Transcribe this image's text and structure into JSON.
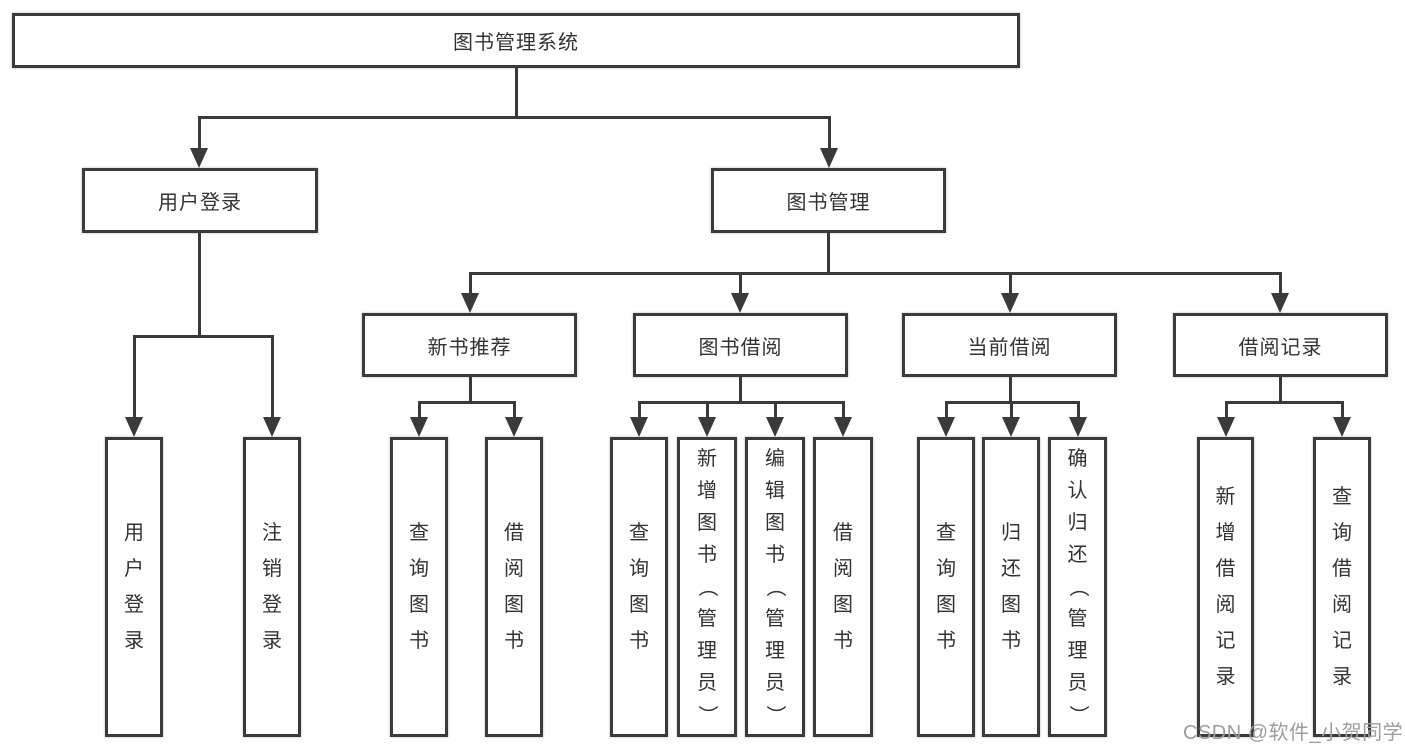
{
  "diagram": {
    "type": "tree-diagram",
    "background_color": "#ffffff",
    "line_color": "#3a3a3a",
    "text_color": "#333333",
    "watermark_color": "#9e9e9e"
  },
  "tree": {
    "root": {
      "label": "图书管理系统"
    },
    "level2": [
      {
        "label": "用户登录"
      },
      {
        "label": "图书管理"
      }
    ],
    "level3": [
      {
        "label": "新书推荐"
      },
      {
        "label": "图书借阅"
      },
      {
        "label": "当前借阅"
      },
      {
        "label": "借阅记录"
      }
    ],
    "leaves": {
      "user_login_group": [
        "用户登录",
        "注销登录"
      ],
      "new_book_group": [
        "查询图书",
        "借阅图书"
      ],
      "book_borrow_group": [
        "查询图书",
        "新增图书（管理员）",
        "编辑图书（管理员）",
        "借阅图书"
      ],
      "current_borrow_group": [
        "查询图书",
        "归还图书",
        "确认归还（管理员）"
      ],
      "borrow_record_group": [
        "新增借阅记录",
        "查询借阅记录"
      ]
    }
  },
  "watermark": {
    "text": "CSDN @软件_小贺同学"
  }
}
